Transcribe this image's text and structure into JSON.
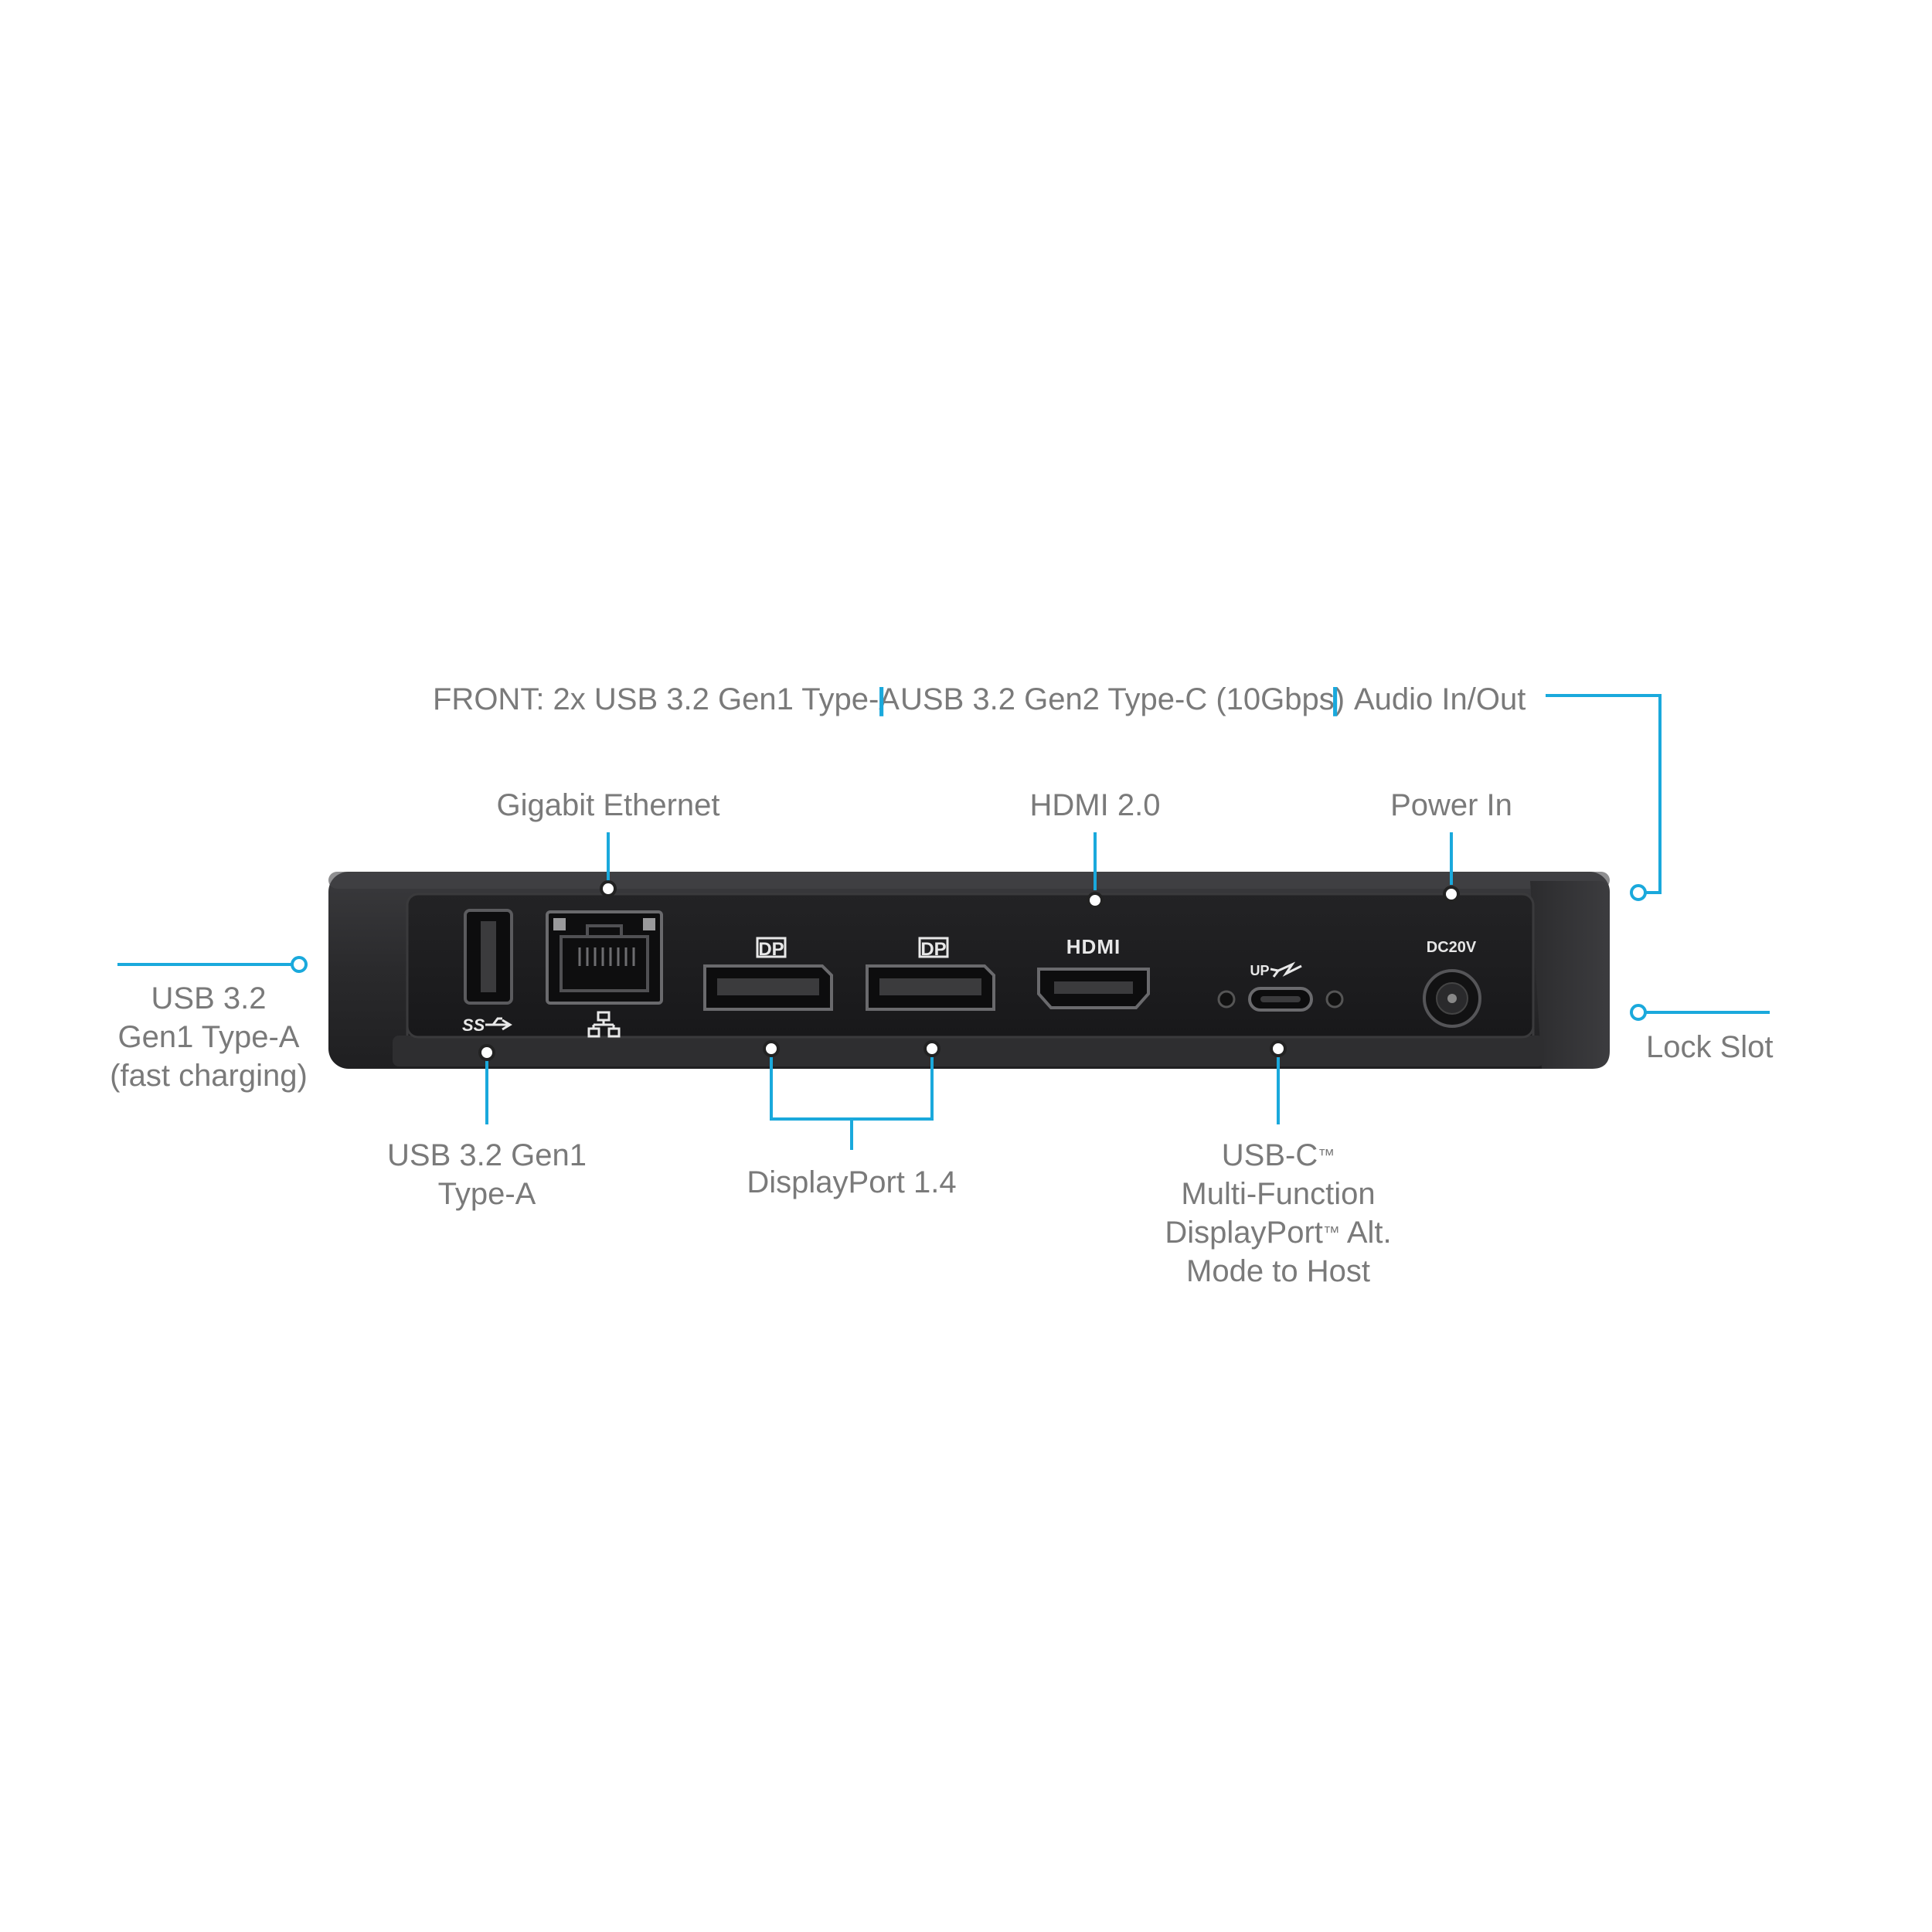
{
  "colors": {
    "accent": "#1aa9dc",
    "label_text": "#7a7a7a",
    "device_body": "#2a2a2c",
    "port_panel": "#1d1d1f"
  },
  "front": {
    "prefix": "FRONT: 2x USB 3.2 Gen1 Type-A",
    "separator": "|",
    "item2": "USB 3.2 Gen2 Type-C (10Gbps)",
    "item3": "Audio In/Out"
  },
  "callouts": {
    "gigabit_ethernet": "Gigabit Ethernet",
    "hdmi": "HDMI 2.0",
    "power_in": "Power In",
    "usb_fast_charging": "USB 3.2\nGen1 Type-A\n(fast charging)",
    "usb_gen1": "USB 3.2 Gen1\nType-A",
    "displayport": "DisplayPort 1.4",
    "usbc_line1": "USB-C",
    "usbc_tm": "™",
    "usbc_line2": "Multi-Function",
    "usbc_line3a": "DisplayPort",
    "usbc_tm2": "™",
    "usbc_line3b": " Alt.",
    "usbc_line4": "Mode to Host",
    "lock_slot": "Lock Slot"
  },
  "port_markings": {
    "dp_logo": "DP",
    "hdmi_logo": "HDMI",
    "usb_ss": "SS",
    "up": "UP",
    "dc": "DC20V"
  },
  "icons": {
    "usb": "usb-superspeed-icon",
    "network": "network-icon",
    "displayport": "displayport-logo-icon",
    "hdmi": "hdmi-logo-icon",
    "thunder": "lightning-icon"
  }
}
